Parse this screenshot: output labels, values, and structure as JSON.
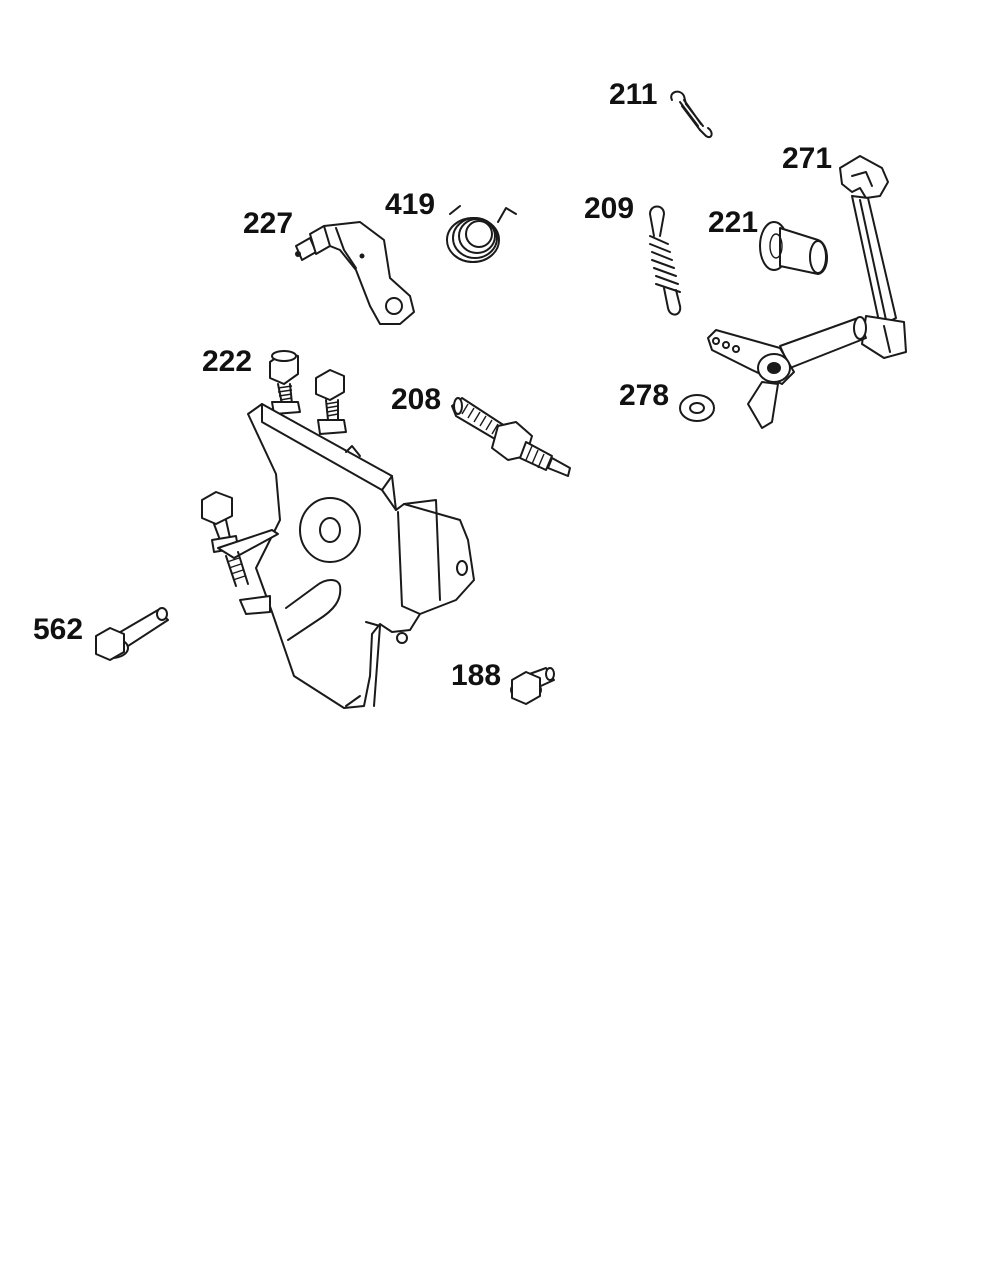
{
  "parts": [
    {
      "id": "p211",
      "label": "211",
      "icon": "extension-spring-small-icon"
    },
    {
      "id": "p271",
      "label": "271",
      "icon": "governor-lever-icon"
    },
    {
      "id": "p227",
      "label": "227",
      "icon": "throttle-bracket-icon"
    },
    {
      "id": "p419",
      "label": "419",
      "icon": "torsion-spring-icon"
    },
    {
      "id": "p209",
      "label": "209",
      "icon": "extension-spring-icon"
    },
    {
      "id": "p221",
      "label": "221",
      "icon": "bushing-icon"
    },
    {
      "id": "p222",
      "label": "222",
      "icon": "stop-screw-icon"
    },
    {
      "id": "p208",
      "label": "208",
      "icon": "adjusting-screw-icon"
    },
    {
      "id": "p278",
      "label": "278",
      "icon": "washer-icon"
    },
    {
      "id": "p562",
      "label": "562",
      "icon": "flange-bolt-icon"
    },
    {
      "id": "p188",
      "label": "188",
      "icon": "short-bolt-icon"
    }
  ],
  "colors": {
    "line": "#1a1a1a",
    "background": "#ffffff"
  }
}
